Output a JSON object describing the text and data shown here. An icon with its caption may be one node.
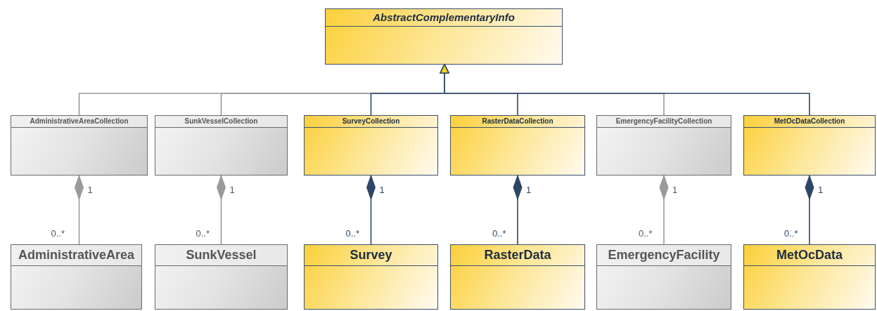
{
  "diagram": {
    "nodes": [
      {
        "text": [
          "AbstractComplementaryInfo"
        ]
      },
      {
        "text": [
          "AdministrativeAreaCollection"
        ]
      },
      {
        "text": [
          "SunkVesselCollection"
        ]
      },
      {
        "text": [
          "SurveyCollection"
        ]
      },
      {
        "text": [
          "RasterDataCollection"
        ]
      },
      {
        "text": [
          "EmergencyFacilityCollection"
        ]
      },
      {
        "text": [
          "MetOcDataCollection"
        ]
      },
      {
        "text": [
          "AdministrativeArea"
        ]
      },
      {
        "text": [
          "SunkVessel"
        ]
      },
      {
        "text": [
          "Survey"
        ]
      },
      {
        "text": [
          "RasterData"
        ]
      },
      {
        "text": [
          "EmergencyFacility"
        ]
      },
      {
        "text": [
          "MetOcData"
        ]
      }
    ],
    "edges": [
      {
        "from": 1,
        "to": 0,
        "arrow": "to",
        "color": "#9a9a9a"
      },
      {
        "from": 2,
        "to": 0,
        "arrow": "to",
        "color": "#9a9a9a"
      },
      {
        "from": 3,
        "to": 0,
        "arrow": "to",
        "color": "#2e4566"
      },
      {
        "from": 4,
        "to": 0,
        "arrow": "to",
        "color": "#2e4566"
      },
      {
        "from": 5,
        "to": 0,
        "arrow": "to",
        "color": "#9a9a9a"
      },
      {
        "from": 6,
        "to": 0,
        "arrow": "to",
        "color": "#2e4566"
      },
      {
        "from": 1,
        "to": 7,
        "arrow": "other",
        "color": "#9a9a9a"
      },
      {
        "from": 2,
        "to": 8,
        "arrow": "other",
        "color": "#9a9a9a"
      },
      {
        "from": 3,
        "to": 9,
        "arrow": "other",
        "color": "#2e4566"
      },
      {
        "from": 4,
        "to": 10,
        "arrow": "other",
        "color": "#2e4566"
      },
      {
        "from": 5,
        "to": 11,
        "arrow": "other",
        "color": "#9a9a9a"
      },
      {
        "from": 6,
        "to": 12,
        "arrow": "other",
        "color": "#2e4566"
      }
    ],
    "labels": [
      "1",
      "1",
      "1",
      "1",
      "1",
      "1",
      "0..*",
      "0..*",
      "0..*",
      "0..*",
      "0..*",
      "0..*"
    ]
  }
}
